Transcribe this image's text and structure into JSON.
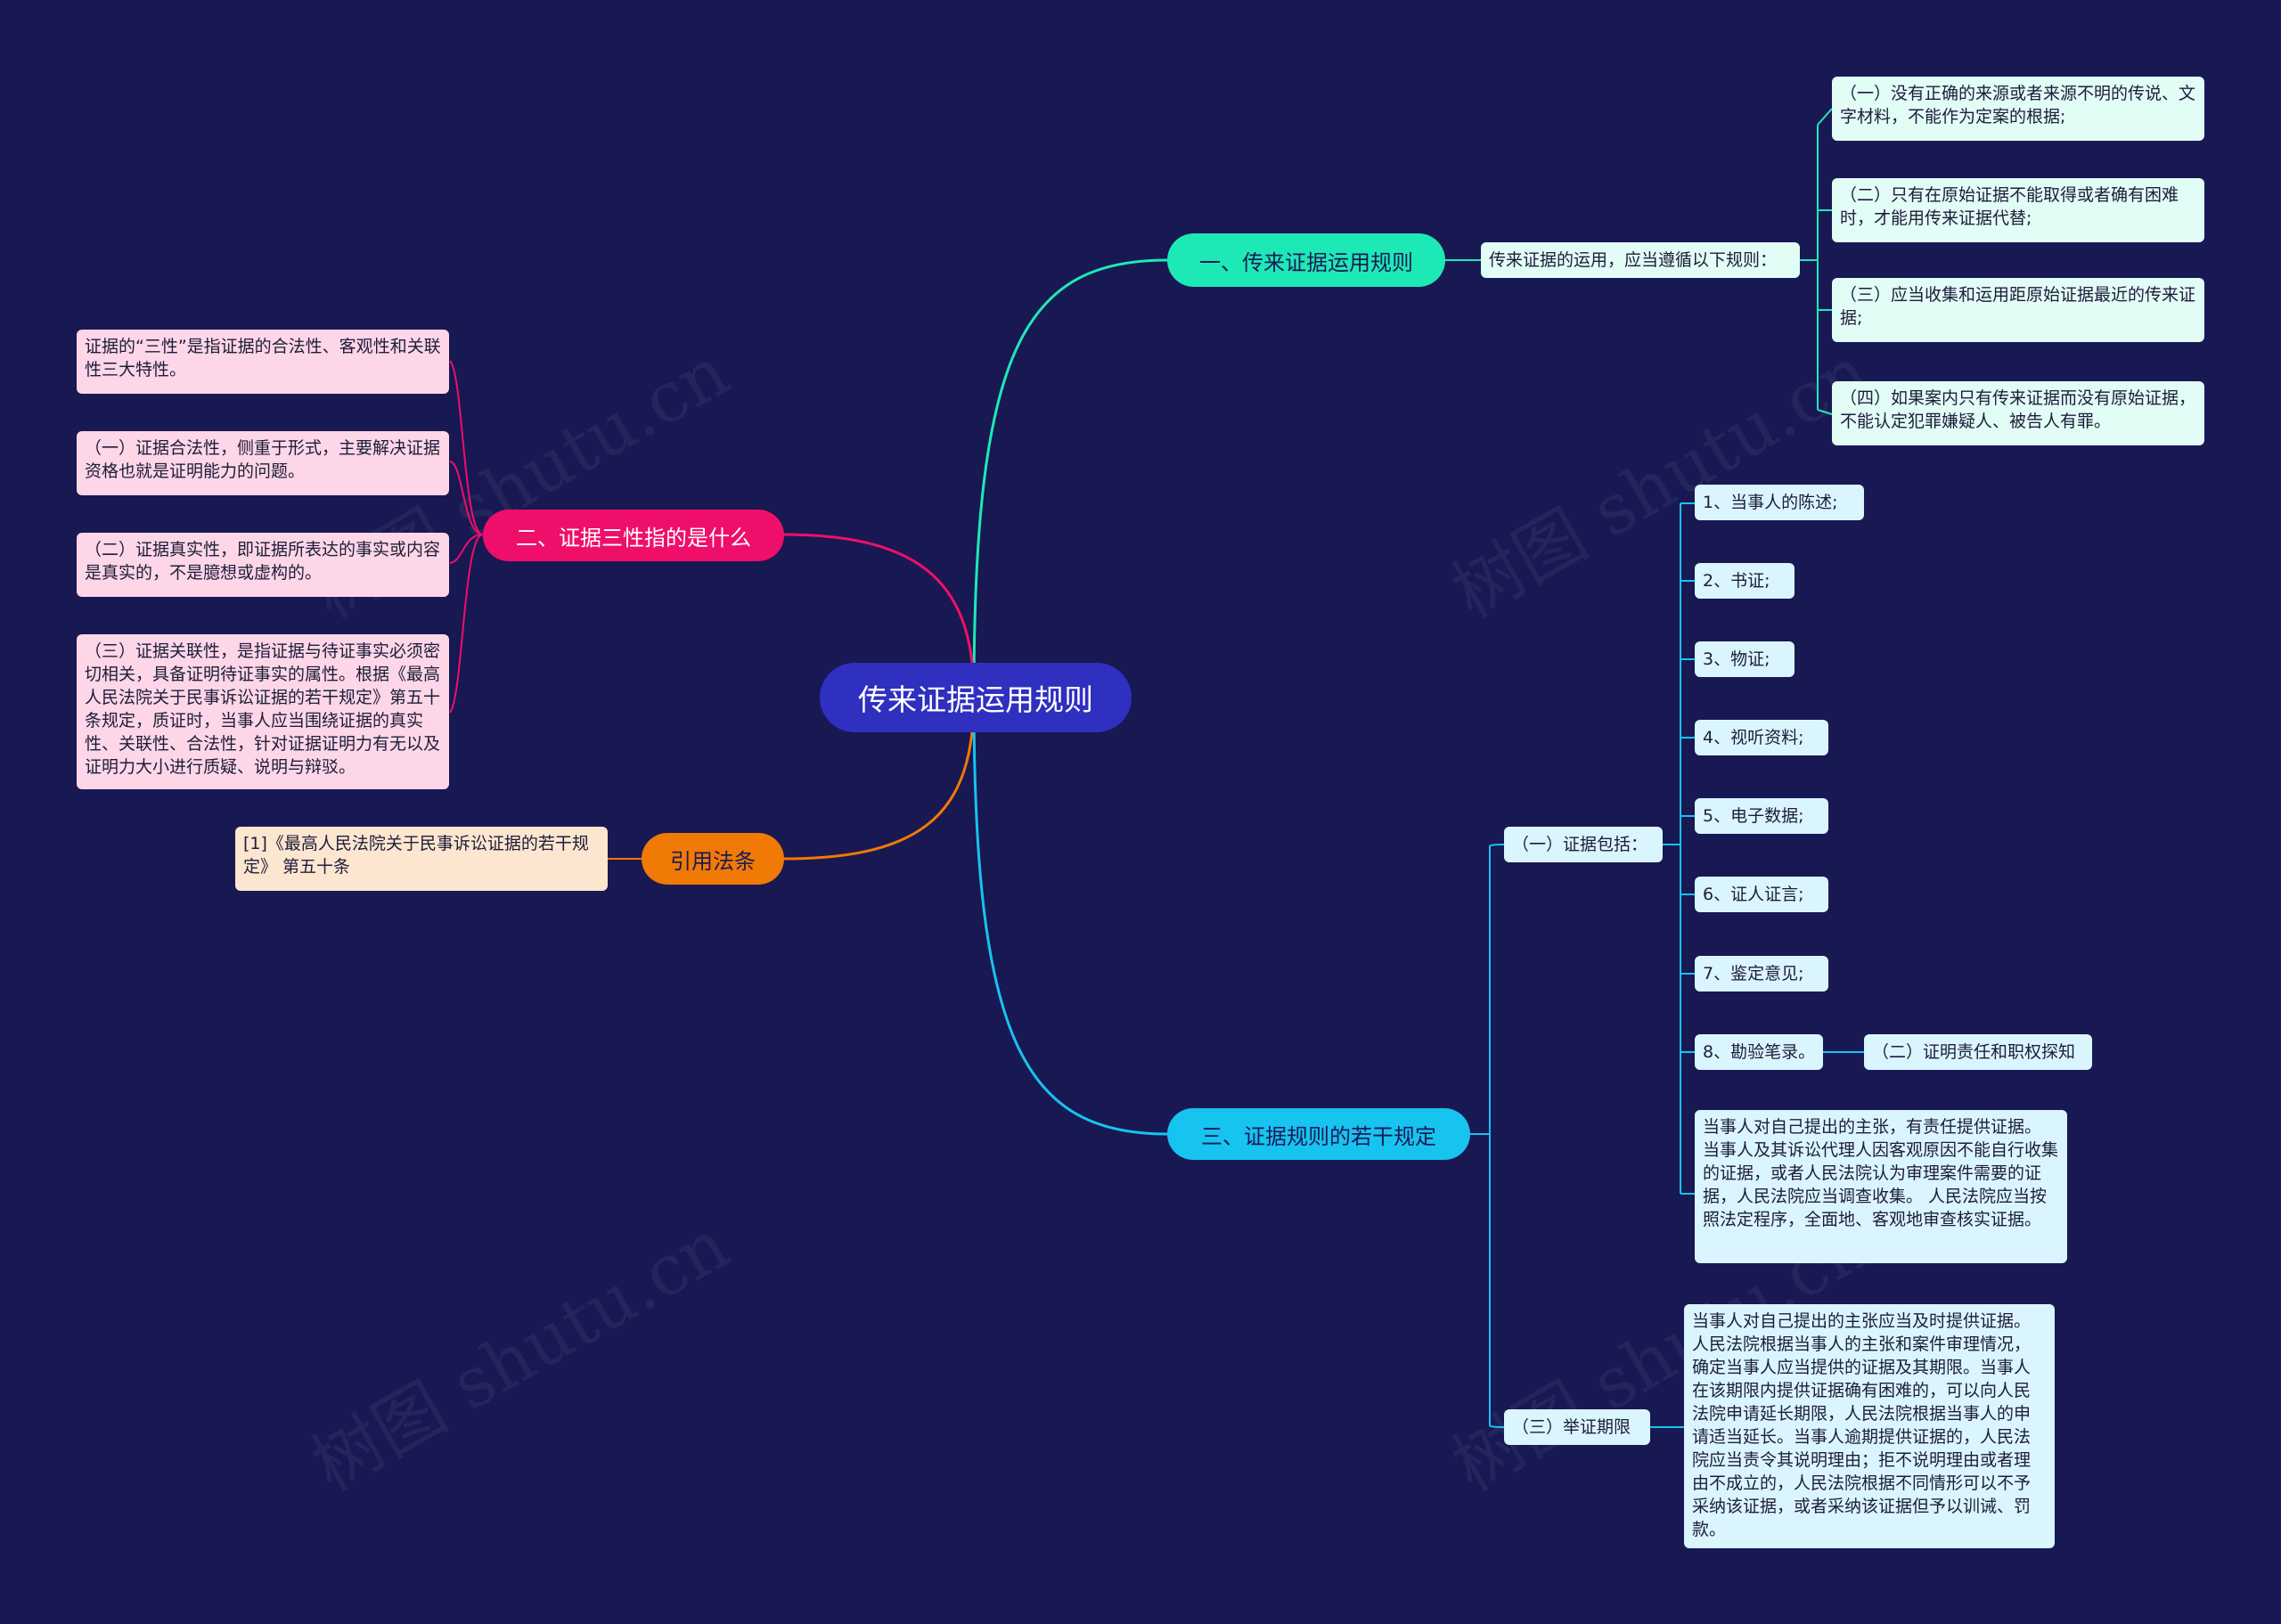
{
  "watermark": "树图 shutu.cn",
  "root": {
    "label": "传来证据运用规则"
  },
  "colors": {
    "background": "#181853",
    "root": "#2f2fc0",
    "branch1": "#1de9b6",
    "branch2": "#ef0f6a",
    "branch3": "#f17906",
    "branch4": "#17c3ef"
  },
  "branch1": {
    "label": "一、传来证据运用规则",
    "summary": "传来证据的运用，应当遵循以下规则：",
    "rules": [
      "（一）没有正确的来源或者来源不明的传说、文字材料，不能作为定案的根据;",
      "（二）只有在原始证据不能取得或者确有困难时，才能用传来证据代替;",
      "（三）应当收集和运用距原始证据最近的传来证据;",
      "（四）如果案内只有传来证据而没有原始证据，不能认定犯罪嫌疑人、被告人有罪。"
    ]
  },
  "branch2": {
    "label": "二、证据三性指的是什么",
    "items": [
      "证据的“三性”是指证据的合法性、客观性和关联性三大特性。",
      "（一）证据合法性，侧重于形式，主要解决证据资格也就是证明能力的问题。",
      "（二）证据真实性，即证据所表达的事实或内容是真实的，不是臆想或虚构的。",
      "（三）证据关联性，是指证据与待证事实必须密切相关，具备证明待证事实的属性。根据《最高人民法院关于民事诉讼证据的若干规定》第五十条规定，质证时，当事人应当围绕证据的真实性、关联性、合法性，针对证据证明力有无以及证明力大小进行质疑、说明与辩驳。"
    ]
  },
  "branch3": {
    "label": "引用法条",
    "items": [
      "[1]《最高人民法院关于民事诉讼证据的若干规定》 第五十条"
    ]
  },
  "branch4": {
    "label": "三、证据规则的若干规定",
    "sub1": {
      "label": "（一）证据包括：",
      "items": [
        "1、当事人的陈述;",
        "2、书证;",
        "3、物证;",
        "4、视听资料;",
        "5、电子数据;",
        "6、证人证言;",
        "7、鉴定意见;",
        "8、勘验笔录。"
      ],
      "item8_child": "（二）证明责任和职权探知",
      "note": "当事人对自己提出的主张，有责任提供证据。 当事人及其诉讼代理人因客观原因不能自行收集的证据，或者人民法院认为审理案件需要的证据，人民法院应当调查收集。 人民法院应当按照法定程序，全面地、客观地审查核实证据。"
    },
    "sub2": {
      "label": "（三）举证期限",
      "note": "当事人对自己提出的主张应当及时提供证据。 人民法院根据当事人的主张和案件审理情况，确定当事人应当提供的证据及其期限。当事人在该期限内提供证据确有困难的，可以向人民法院申请延长期限，人民法院根据当事人的申请适当延长。当事人逾期提供证据的，人民法院应当责令其说明理由；拒不说明理由或者理由不成立的，人民法院根据不同情形可以不予采纳该证据，或者采纳该证据但予以训诫、罚款。"
    }
  }
}
